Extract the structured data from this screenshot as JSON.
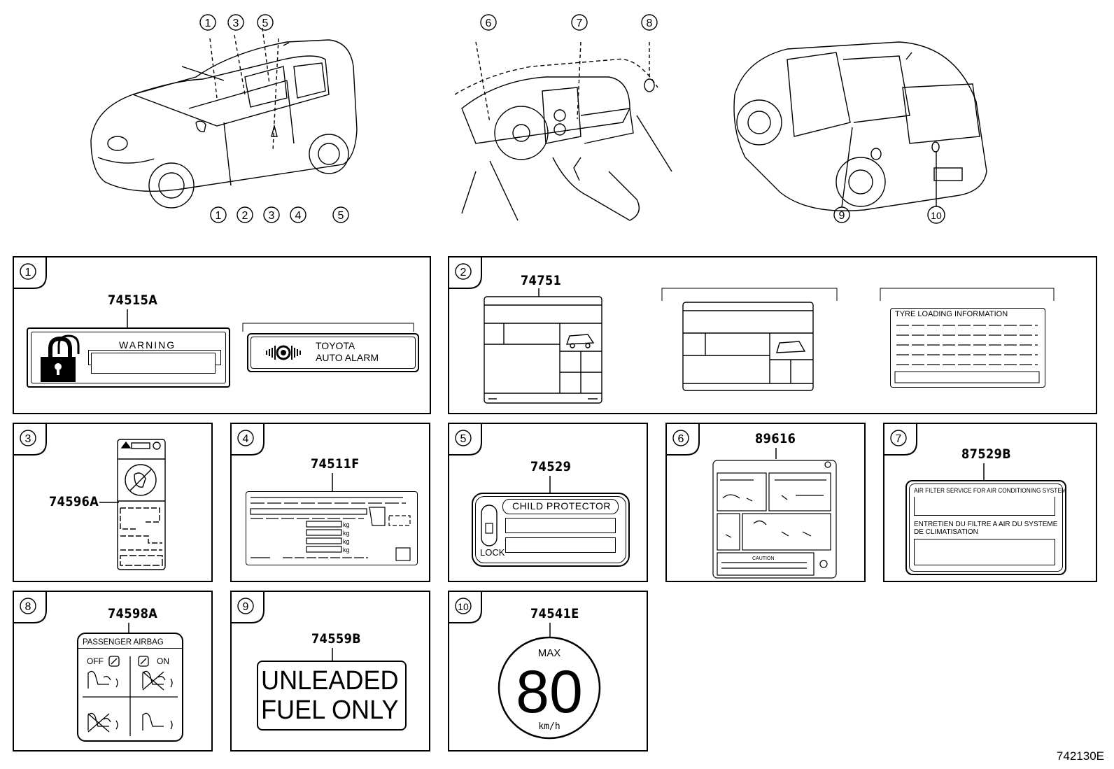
{
  "illustration": {
    "front_callouts": [
      "1",
      "3",
      "5",
      "1",
      "2",
      "3",
      "4",
      "5"
    ],
    "interior_callouts": [
      "6",
      "7",
      "8"
    ],
    "rear_callouts": [
      "9",
      "10"
    ]
  },
  "panels": [
    {
      "num": "1",
      "parts": [
        "74515A"
      ],
      "warning_text": "WARNING",
      "alarm_line1": "TOYOTA",
      "alarm_line2": "AUTO ALARM"
    },
    {
      "num": "2",
      "parts": [
        "74751"
      ],
      "tyre_text": "TYRE  LOADING  INFORMATION"
    },
    {
      "num": "3",
      "parts": [
        "74596A"
      ]
    },
    {
      "num": "4",
      "parts": [
        "74511F"
      ],
      "kg": "kg"
    },
    {
      "num": "5",
      "parts": [
        "74529"
      ],
      "child_text": "CHILD PROTECTOR",
      "lock_text": "LOCK"
    },
    {
      "num": "6",
      "parts": [
        "89616"
      ],
      "caution": "CAUTION"
    },
    {
      "num": "7",
      "parts": [
        "87529B"
      ],
      "line1": "AIR FILTER SERVICE FOR AIR CONDITIONING SYSTEM",
      "line2": "ENTRETIEN DU FILTRE A AIR DU SYSTEME",
      "line3": "DE CLIMATISATION"
    },
    {
      "num": "8",
      "parts": [
        "74598A"
      ],
      "title": "PASSENGER AIRBAG",
      "off": "OFF",
      "on": "ON"
    },
    {
      "num": "9",
      "parts": [
        "74559B"
      ],
      "line1": "UNLEADED",
      "line2": "FUEL ONLY"
    },
    {
      "num": "10",
      "parts": [
        "74541E"
      ],
      "max": "MAX",
      "speed": "80",
      "unit": "km/h"
    }
  ],
  "diagram_code": "742130E"
}
